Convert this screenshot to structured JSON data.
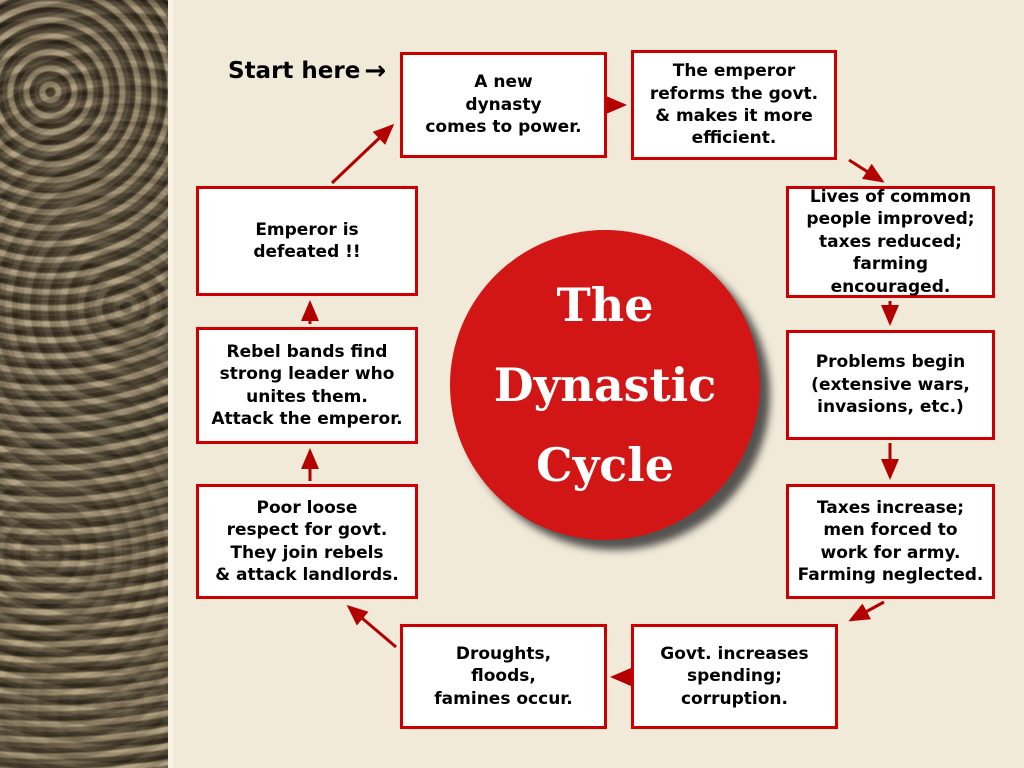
{
  "slide": {
    "start_here": {
      "text": "Start here",
      "arrow": "→"
    },
    "center_circle": {
      "line1": "The",
      "line2": "Dynastic",
      "line3": "Cycle"
    },
    "boxes": [
      {
        "name": "new-dynasty",
        "text": "A new\ndynasty\ncomes to power."
      },
      {
        "name": "emperor-reforms",
        "text": "The emperor\nreforms the govt.\n& makes it more\nefficient."
      },
      {
        "name": "lives-improved",
        "text": "Lives of common\npeople improved;\ntaxes reduced;\nfarming encouraged."
      },
      {
        "name": "problems-begin",
        "text": "Problems begin\n(extensive wars,\ninvasions, etc.)"
      },
      {
        "name": "taxes-increase",
        "text": "Taxes increase;\nmen forced to\nwork for army.\nFarming neglected."
      },
      {
        "name": "govt-spending",
        "text": "Govt. increases\nspending;\ncorruption."
      },
      {
        "name": "droughts",
        "text": "Droughts,\nfloods,\nfamines occur."
      },
      {
        "name": "poor-lose-respect",
        "text": "Poor loose\nrespect for govt.\nThey join rebels\n& attack landlords."
      },
      {
        "name": "rebel-bands",
        "text": "Rebel bands find\nstrong leader who\nunites them.\nAttack the emperor."
      },
      {
        "name": "emperor-defeated",
        "text": "Emperor is\ndefeated !!"
      }
    ],
    "colors": {
      "background": "#f1ead9",
      "box_border": "#cc0000",
      "arrow": "#b30000",
      "circle_fill": "#d21515",
      "circle_text": "#ffffff"
    }
  }
}
